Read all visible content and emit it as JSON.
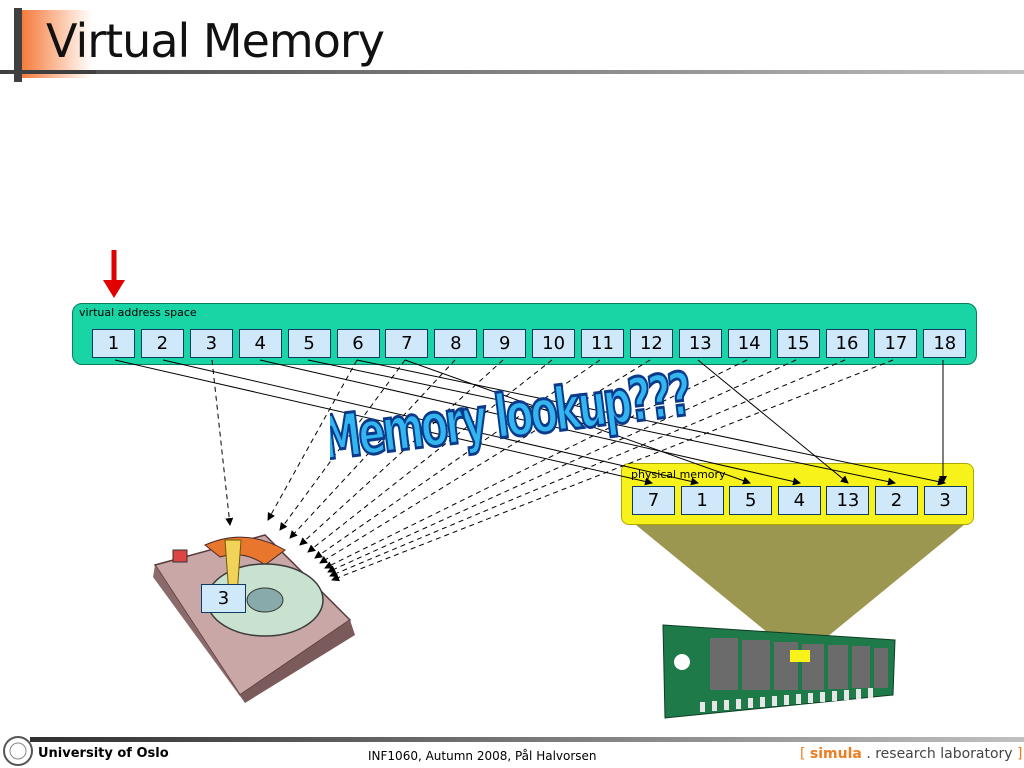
{
  "slide": {
    "title": "Virtual Memory",
    "virtual_space_label": "virtual address space",
    "virtual_pages": [
      "1",
      "2",
      "3",
      "4",
      "5",
      "6",
      "7",
      "8",
      "9",
      "10",
      "11",
      "12",
      "13",
      "14",
      "15",
      "16",
      "17",
      "18"
    ],
    "physical_memory_label": "physical memory",
    "physical_frames": [
      "7",
      "1",
      "5",
      "4",
      "13",
      "2",
      "3"
    ],
    "disk_page": "3",
    "wordart": "Memory lookup???",
    "colors": {
      "virtual_space": "#19d4a5",
      "physical_memory": "#f6f21a",
      "cell": "#cfe9fb",
      "arrow": "#e00000",
      "wordart": "#33b5f0"
    }
  },
  "footer": {
    "university": "University of Oslo",
    "course": "INF1060,  Autumn 2008,  Pål Halvorsen",
    "lab_open": "[",
    "lab_simula": "simula",
    "lab_rest": ". research laboratory",
    "lab_close": "]"
  },
  "icons": [
    "down-arrow-icon",
    "hard-disk-icon",
    "ram-module-icon",
    "university-seal-icon"
  ]
}
